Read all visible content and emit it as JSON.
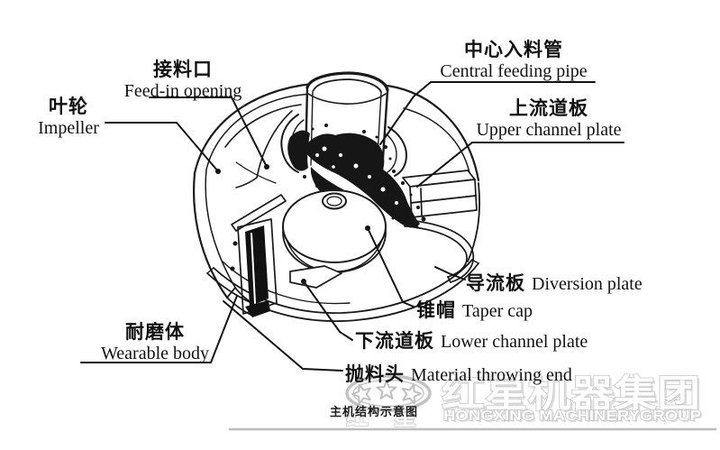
{
  "diagram": {
    "caption": "主机结构示意图",
    "labels": {
      "central_feeding_pipe": {
        "zh": "中心入料管",
        "en": "Central feeding pipe"
      },
      "upper_channel_plate": {
        "zh": "上流道板",
        "en": "Upper channel plate"
      },
      "feed_in_opening": {
        "zh": "接料口",
        "en": "Feed-in opening"
      },
      "impeller": {
        "zh": "叶轮",
        "en": "Impeller"
      },
      "diversion_plate": {
        "zh": "导流板",
        "en": "Diversion plate"
      },
      "taper_cap": {
        "zh": "锥帽",
        "en": "Taper cap"
      },
      "lower_channel_plate": {
        "zh": "下流道板",
        "en": "Lower channel plate"
      },
      "material_throwing_end": {
        "zh": "抛料头",
        "en": "Material throwing end"
      },
      "wearable_body": {
        "zh": "耐磨体",
        "en": "Wearable body"
      }
    },
    "colors": {
      "line": "#1a1a1a",
      "watermark": "#c6c6c6"
    }
  },
  "watermark": {
    "brand_zh": "红星机器集团",
    "brand_en": "HONGXING MACHINERYGROUP",
    "badge_zh": "红星"
  }
}
